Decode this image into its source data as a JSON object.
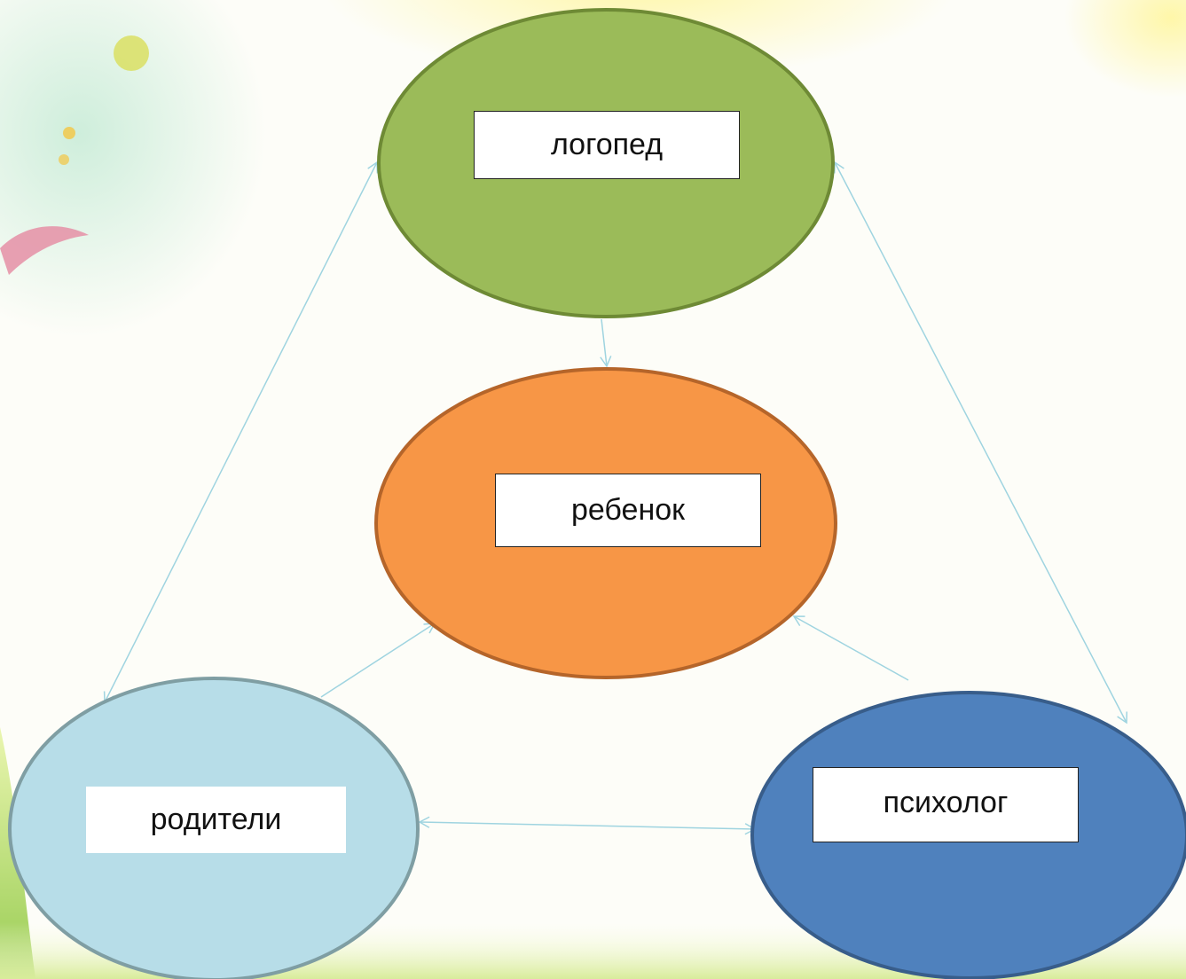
{
  "nodes": {
    "logoped": {
      "label": "логопед",
      "fill": "#9bbb59",
      "stroke": "#6e8a35"
    },
    "child": {
      "label": "ребенок",
      "fill": "#f79646",
      "stroke": "#b5652a"
    },
    "parents": {
      "label": "родители",
      "fill": "#b7dde8",
      "stroke": "#7f9ea3"
    },
    "psychologist": {
      "label": "психолог",
      "fill": "#4f81bd",
      "stroke": "#385d8a"
    }
  },
  "connector_color": "#9fd4e0",
  "edges": [
    {
      "from": "logoped",
      "to": "child",
      "direction": "one-way"
    },
    {
      "from": "parents",
      "to": "child",
      "direction": "one-way"
    },
    {
      "from": "psychologist",
      "to": "child",
      "direction": "one-way"
    },
    {
      "from": "logoped",
      "to": "parents",
      "direction": "both"
    },
    {
      "from": "logoped",
      "to": "psychologist",
      "direction": "both"
    },
    {
      "from": "parents",
      "to": "psychologist",
      "direction": "both"
    }
  ]
}
